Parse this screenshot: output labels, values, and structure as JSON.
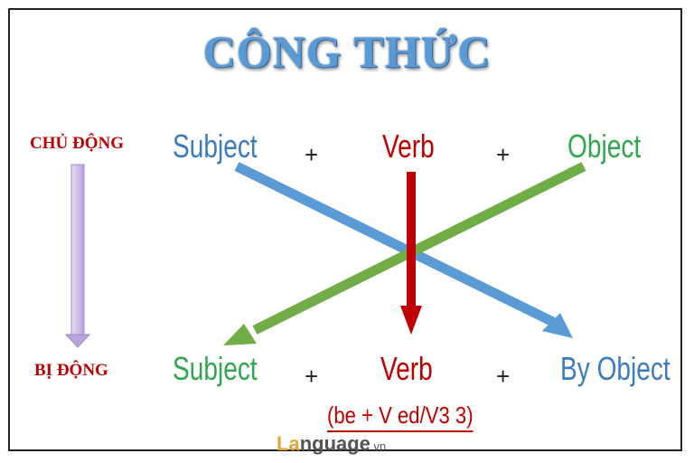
{
  "title": "CÔNG THỨC",
  "active_label": "CHỦ ĐỘNG",
  "passive_label": "BỊ ĐỘNG",
  "active_row": {
    "subject": "Subject",
    "plus1": "+",
    "verb": "Verb",
    "plus2": "+",
    "object": "Object"
  },
  "passive_row": {
    "subject": "Subject",
    "plus1": "+",
    "verb": "Verb",
    "plus2": "+",
    "object": "By Object"
  },
  "verb_formula": "(be + V  ed/V3  3)",
  "brand": {
    "part1": "La",
    "part2": "nguage",
    "suffix": ".vn"
  },
  "colors": {
    "subject_active": "#3b7bbf",
    "object_active": "#2fa84f",
    "verb": "#c00000",
    "arrow_blue": "#5b9bd5",
    "arrow_green": "#70ad47",
    "arrow_red": "#c00000",
    "arrow_lavender": "#c8b4e6"
  }
}
